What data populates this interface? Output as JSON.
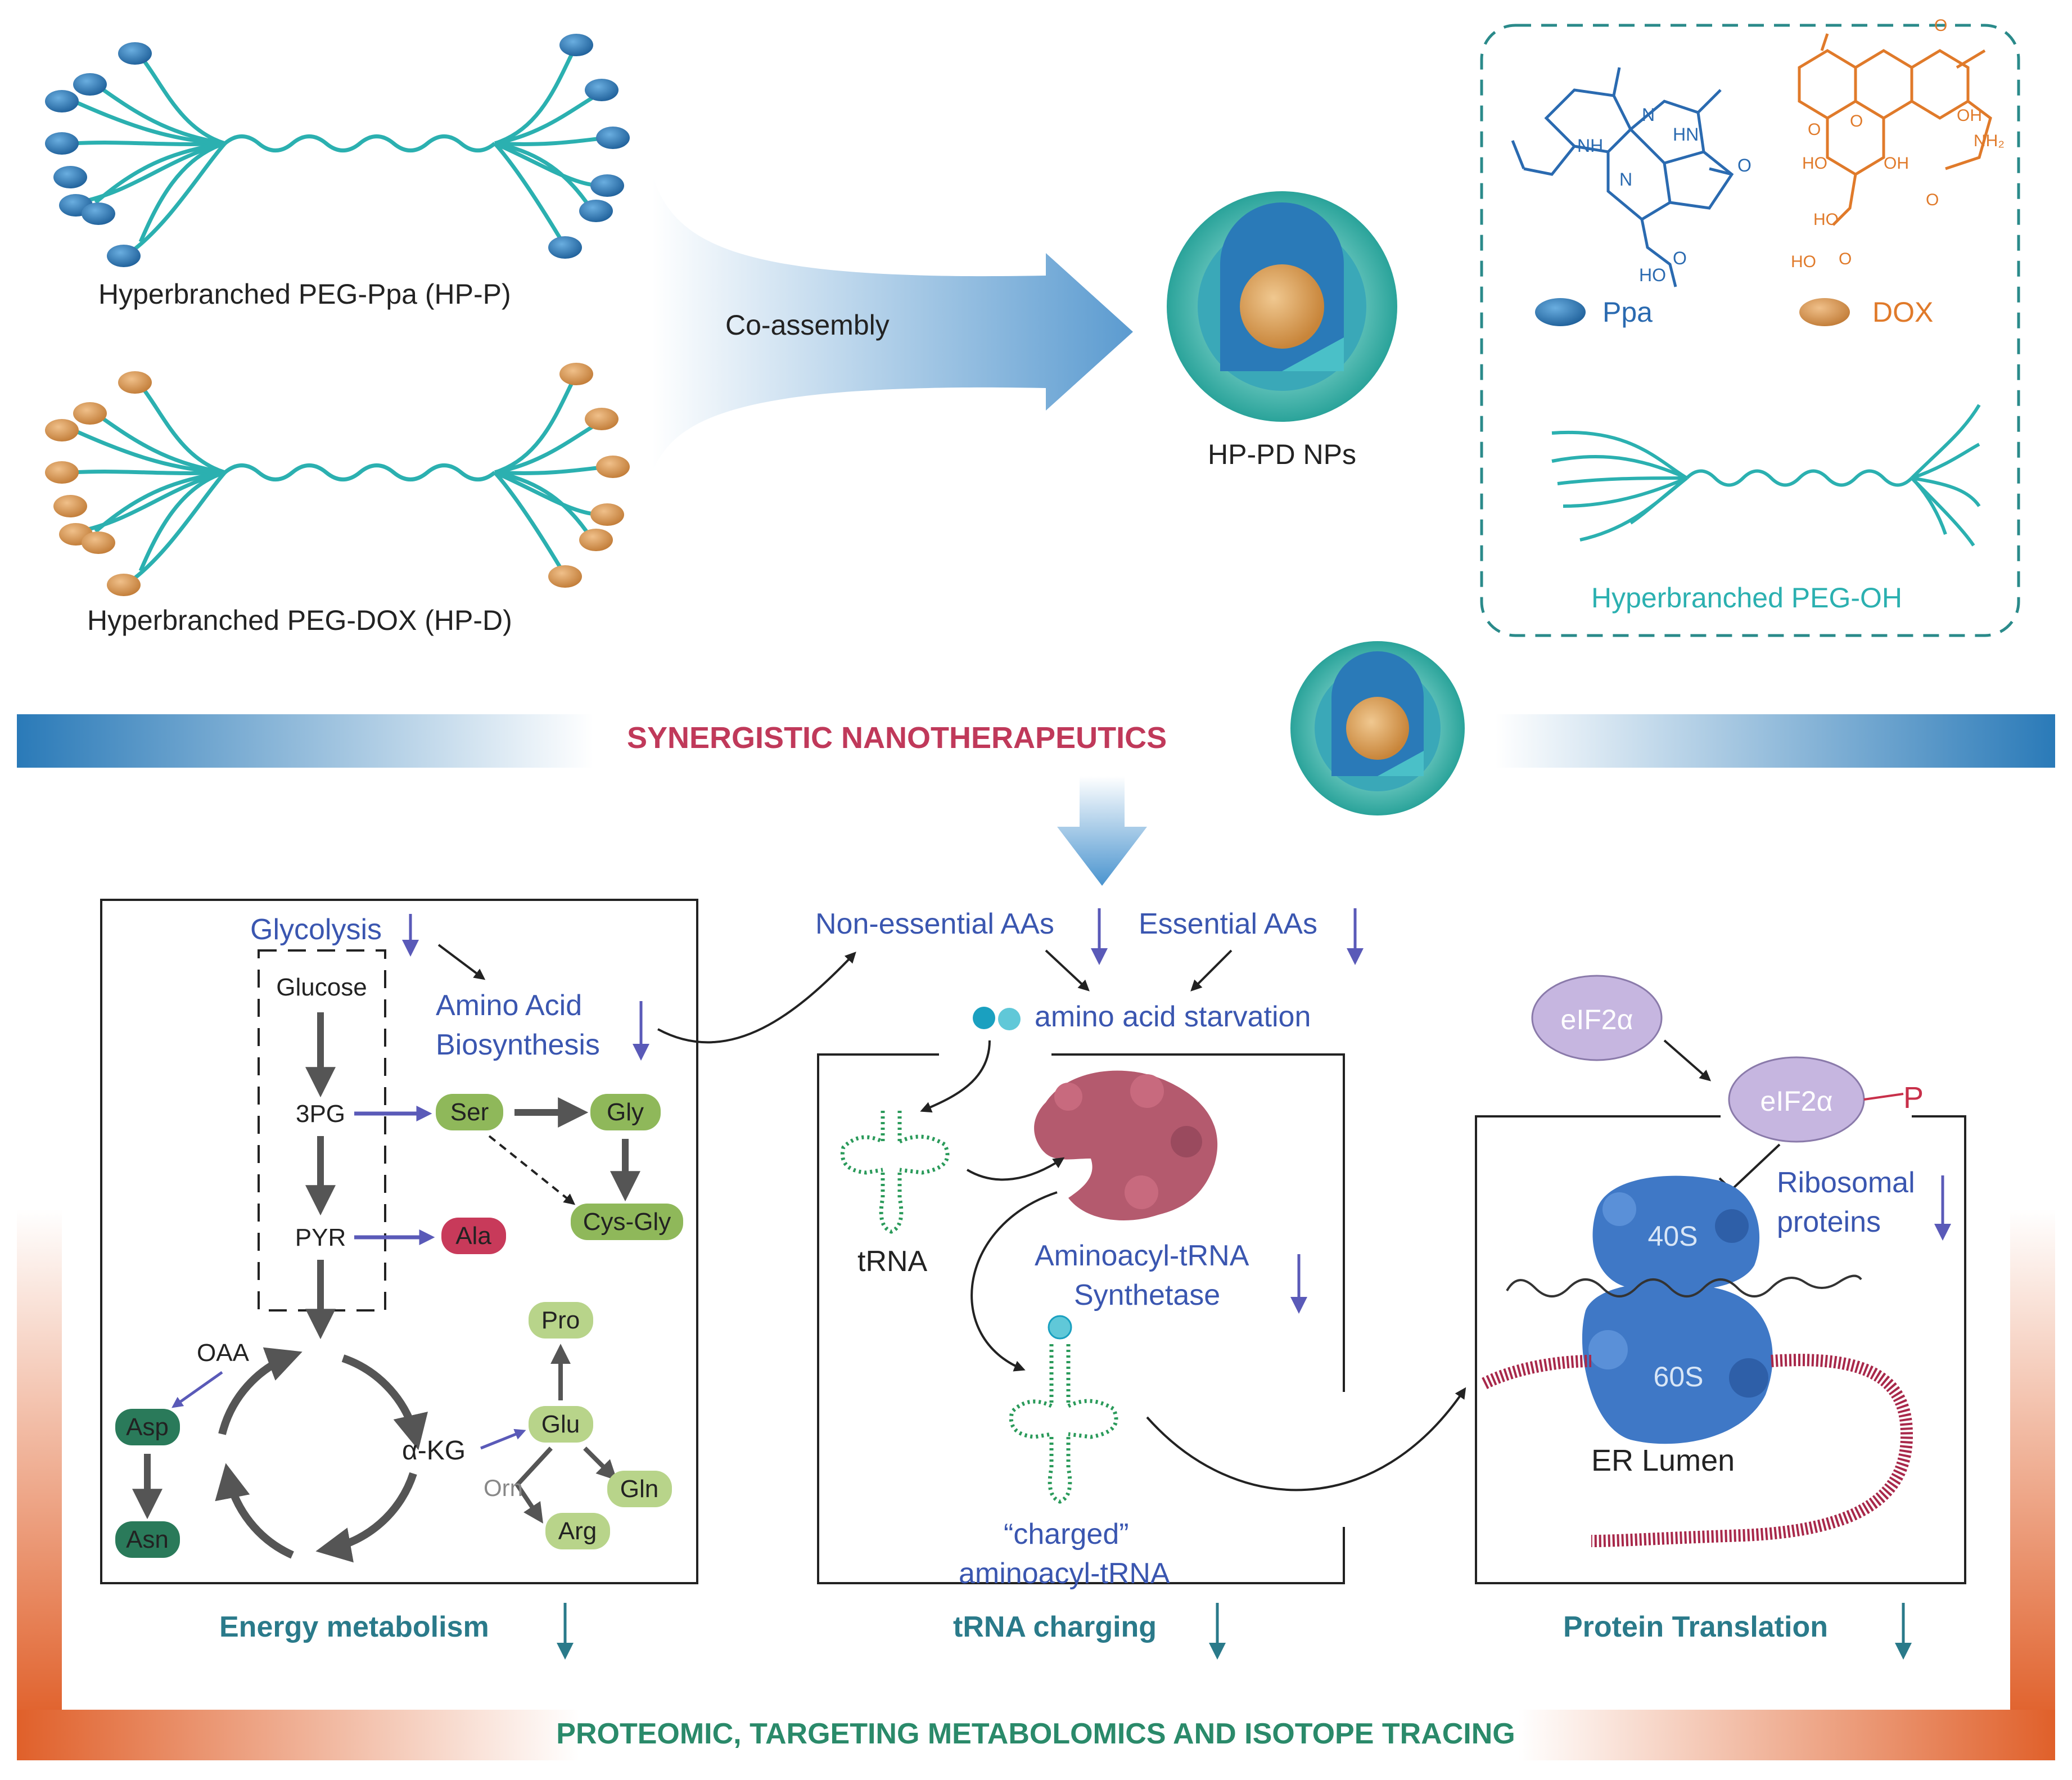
{
  "top": {
    "polymer_ppa_label": "Hyperbranched PEG-Ppa  (HP-P)",
    "polymer_dox_label": "Hyperbranched PEG-DOX (HP-D)",
    "coassembly_label": "Co-assembly",
    "nanoparticle_label": "HP-PD NPs"
  },
  "legend_box": {
    "ppa_label": "Ppa",
    "dox_label": "DOX",
    "peg_oh_label": "Hyperbranched PEG-OH",
    "ppa_atoms": [
      "N",
      "NH",
      "N",
      "HN",
      "O",
      "HO",
      "O"
    ],
    "dox_atoms": [
      "O",
      "O",
      "OH",
      "NH₂",
      "HO",
      "OH",
      "O",
      "HO",
      "O",
      "HO",
      "O"
    ]
  },
  "banner": {
    "synergistic_label": "SYNERGISTIC NANOTHERAPEUTICS",
    "bottom_label": "PROTEOMIC, TARGETING METABOLOMICS AND ISOTOPE TRACING"
  },
  "energy": {
    "glycolysis": "Glycolysis",
    "amino_acid_line1": "Amino Acid",
    "amino_acid_line2": "Biosynthesis",
    "glucose": "Glucose",
    "pg3": "3PG",
    "pyr": "PYR",
    "ser": "Ser",
    "gly": "Gly",
    "cysgly": "Cys-Gly",
    "ala": "Ala",
    "oaa": "OAA",
    "asp": "Asp",
    "asn": "Asn",
    "akg": "α-KG",
    "glu": "Glu",
    "pro": "Pro",
    "orn": "Orn",
    "gln": "Gln",
    "arg": "Arg",
    "caption": "Energy metabolism"
  },
  "trna": {
    "nonessential": "Non-essential AAs",
    "essential": "Essential AAs",
    "starvation": "amino acid starvation",
    "trna": "tRNA",
    "synthetase_line1": "Aminoacyl-tRNA",
    "synthetase_line2": "Synthetase",
    "charged_line1": "“charged”",
    "charged_line2": "aminoacyl-tRNA",
    "caption": "tRNA charging"
  },
  "protein": {
    "eif2a_1": "eIF2α",
    "eif2a_2": "eIF2α",
    "phospho": "P",
    "ribosomal_line1": "Ribosomal",
    "ribosomal_line2": "proteins",
    "s40": "40S",
    "s60": "60S",
    "er_lumen": "ER Lumen",
    "caption": "Protein Translation"
  },
  "colors": {
    "teal": "#2bb0b0",
    "ppa_blue": "#2f7ab8",
    "dox_orange": "#e0893a",
    "label_blue": "#3a56b0",
    "banner_red": "#c0395a",
    "caption_teal": "#2a7a8a",
    "bottom_green": "#2a8a6a",
    "ribosome": "#3f78c6",
    "synthetase": "#b45a6e",
    "eif2a": "#c6b6e0"
  }
}
